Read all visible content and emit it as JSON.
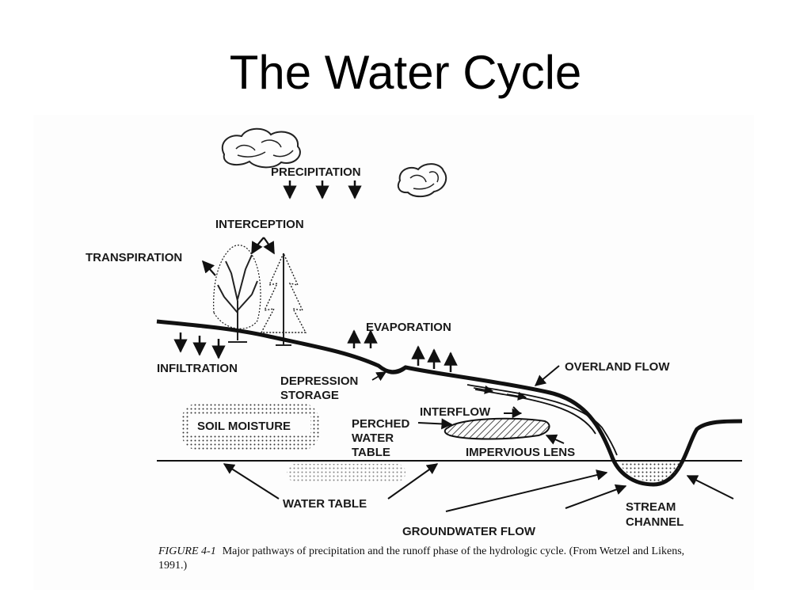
{
  "slide": {
    "title": "The Water Cycle"
  },
  "labels": {
    "precipitation": "PRECIPITATION",
    "interception": "INTERCEPTION",
    "transpiration": "TRANSPIRATION",
    "evaporation": "EVAPORATION",
    "infiltration": "INFILTRATION",
    "depression_line1": "DEPRESSION",
    "depression_line2": "STORAGE",
    "overland_flow": "OVERLAND FLOW",
    "interflow": "INTERFLOW",
    "perched_line1": "PERCHED",
    "perched_line2": "WATER",
    "perched_line3": "TABLE",
    "soil_moisture": "SOIL MOISTURE",
    "impervious_lens": "IMPERVIOUS LENS",
    "water_table": "WATER TABLE",
    "stream_line1": "STREAM",
    "stream_line2": "CHANNEL",
    "groundwater_flow": "GROUNDWATER FLOW"
  },
  "caption": {
    "figure_number": "FIGURE 4-1",
    "text": "Major pathways of precipitation and the runoff phase of the hydrologic cycle. (From Wetzel and Likens, 1991.)"
  }
}
